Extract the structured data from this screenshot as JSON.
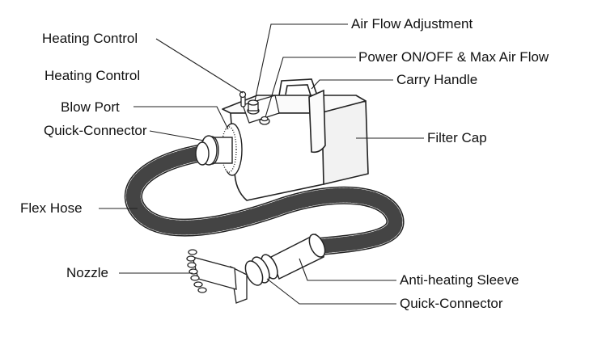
{
  "diagram": {
    "labels": {
      "heating_control_1": "Heating Control",
      "heating_control_2": "Heating Control",
      "air_flow_adjustment": "Air Flow Adjustment",
      "power_switch": "Power ON/OFF & Max Air Flow",
      "carry_handle": "Carry Handle",
      "blow_port": "Blow Port",
      "quick_connector_top": "Quick-Connector",
      "filter_cap": "Filter Cap",
      "flex_hose": "Flex Hose",
      "nozzle": "Nozzle",
      "anti_heating_sleeve": "Anti-heating Sleeve",
      "quick_connector_bottom": "Quick-Connector"
    },
    "line_color": "#222222",
    "background": "#ffffff"
  }
}
